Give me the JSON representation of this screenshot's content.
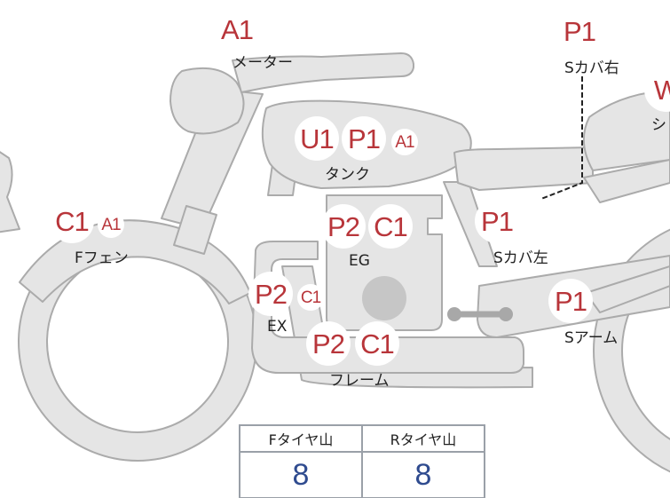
{
  "parts": [
    {
      "id": "meter",
      "label": "メーター",
      "grades": [
        "A1"
      ]
    },
    {
      "id": "tank",
      "label": "タンク",
      "grades": [
        "U1",
        "P1",
        "A1"
      ]
    },
    {
      "id": "front-fender",
      "label": "Fフェン",
      "grades": [
        "C1",
        "A1"
      ]
    },
    {
      "id": "engine",
      "label": "EG",
      "grades": [
        "P2",
        "C1"
      ]
    },
    {
      "id": "exhaust",
      "label": "EX",
      "grades": [
        "P2",
        "C1"
      ]
    },
    {
      "id": "frame",
      "label": "フレーム",
      "grades": [
        "P2",
        "C1"
      ]
    },
    {
      "id": "side-cover-right",
      "label": "Sカバ右",
      "grades": [
        "P1"
      ]
    },
    {
      "id": "side-cover-left",
      "label": "Sカバ左",
      "grades": [
        "P1"
      ]
    },
    {
      "id": "swing-arm",
      "label": "Sアーム",
      "grades": [
        "P1"
      ]
    },
    {
      "id": "seat",
      "label": "シ",
      "grades": [
        "W"
      ]
    }
  ],
  "tire_table": {
    "front_header": "Fタイヤ山",
    "rear_header": "Rタイヤ山",
    "front_value": "8",
    "rear_value": "8"
  },
  "colors": {
    "bike_fill": "#e5e5e5",
    "bike_outline": "#ababab",
    "grade_text": "#b8353a",
    "tire_value": "#2f4b8f"
  }
}
